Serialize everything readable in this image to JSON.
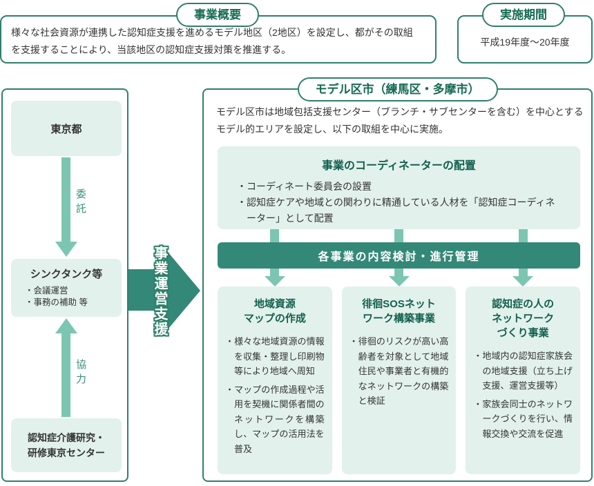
{
  "colors": {
    "border_green": "#2e7f6b",
    "pill_text_green": "#156b52",
    "title_green": "#12604e",
    "bar_teal": "#348878",
    "arrow_light_teal": "#7cc6b1",
    "mint_bg": "#e2f1eb",
    "body_text": "#333333"
  },
  "overview": {
    "label": "事業概要",
    "text": "様々な社会資源が連携した認知症支援を進めるモデル地区（2地区）を設定し、都がその取組\nを支援することにより、当該地区の認知症支援対策を推進する。"
  },
  "period": {
    "label": "実施期間",
    "text": "平成19年度～20年度"
  },
  "left_flow": {
    "tokyo": "東京都",
    "delegate_label": "委託",
    "thinktank": {
      "title": "シンクタンク等",
      "bullets": [
        "・会議運営",
        "・事務の補助 等"
      ]
    },
    "cooperate_label": "協力",
    "research_center": "認知症介護研究・\n研修東京センター"
  },
  "support_arrow": {
    "label": "事業運営支援"
  },
  "model_city": {
    "label": "モデル区市（練馬区・多摩市）",
    "intro": "モデル区市は地域包括支援センター（ブランチ・サブセンターを含む）を中心とする\nモデル的エリアを設定し、以下の取組を中心に実施。",
    "coordinator": {
      "title": "事業のコーディネーターの配置",
      "bullets": [
        "・コーディネート委員会の設置",
        "・認知症ケアや地域との関わりに精通している人材を「認知症コーディネーター」として配置"
      ]
    },
    "management_bar": "各事業の内容検討・進行管理",
    "programs": [
      {
        "title": "地域資源\nマップの作成",
        "bullets": [
          "・様々な地域資源の情報を収集・整理し印刷物等により地域へ周知",
          "・マップの作成過程や活用を契機に関係者間のネットワークを構築し、マップの活用法を普及"
        ]
      },
      {
        "title": "徘徊SOSネット\nワーク構築事業",
        "bullets": [
          "・徘徊のリスクが高い高齢者を対象として地域住民や事業者と有機的なネットワークの構築と検証"
        ]
      },
      {
        "title": "認知症の人の\nネットワーク\nづくり事業",
        "bullets": [
          "・地域内の認知症家族会の地域支援（立ち上げ支援、運営支援等）",
          "・家族会同士のネットワークづくりを行い、情報交換や交流を促進"
        ]
      }
    ]
  }
}
